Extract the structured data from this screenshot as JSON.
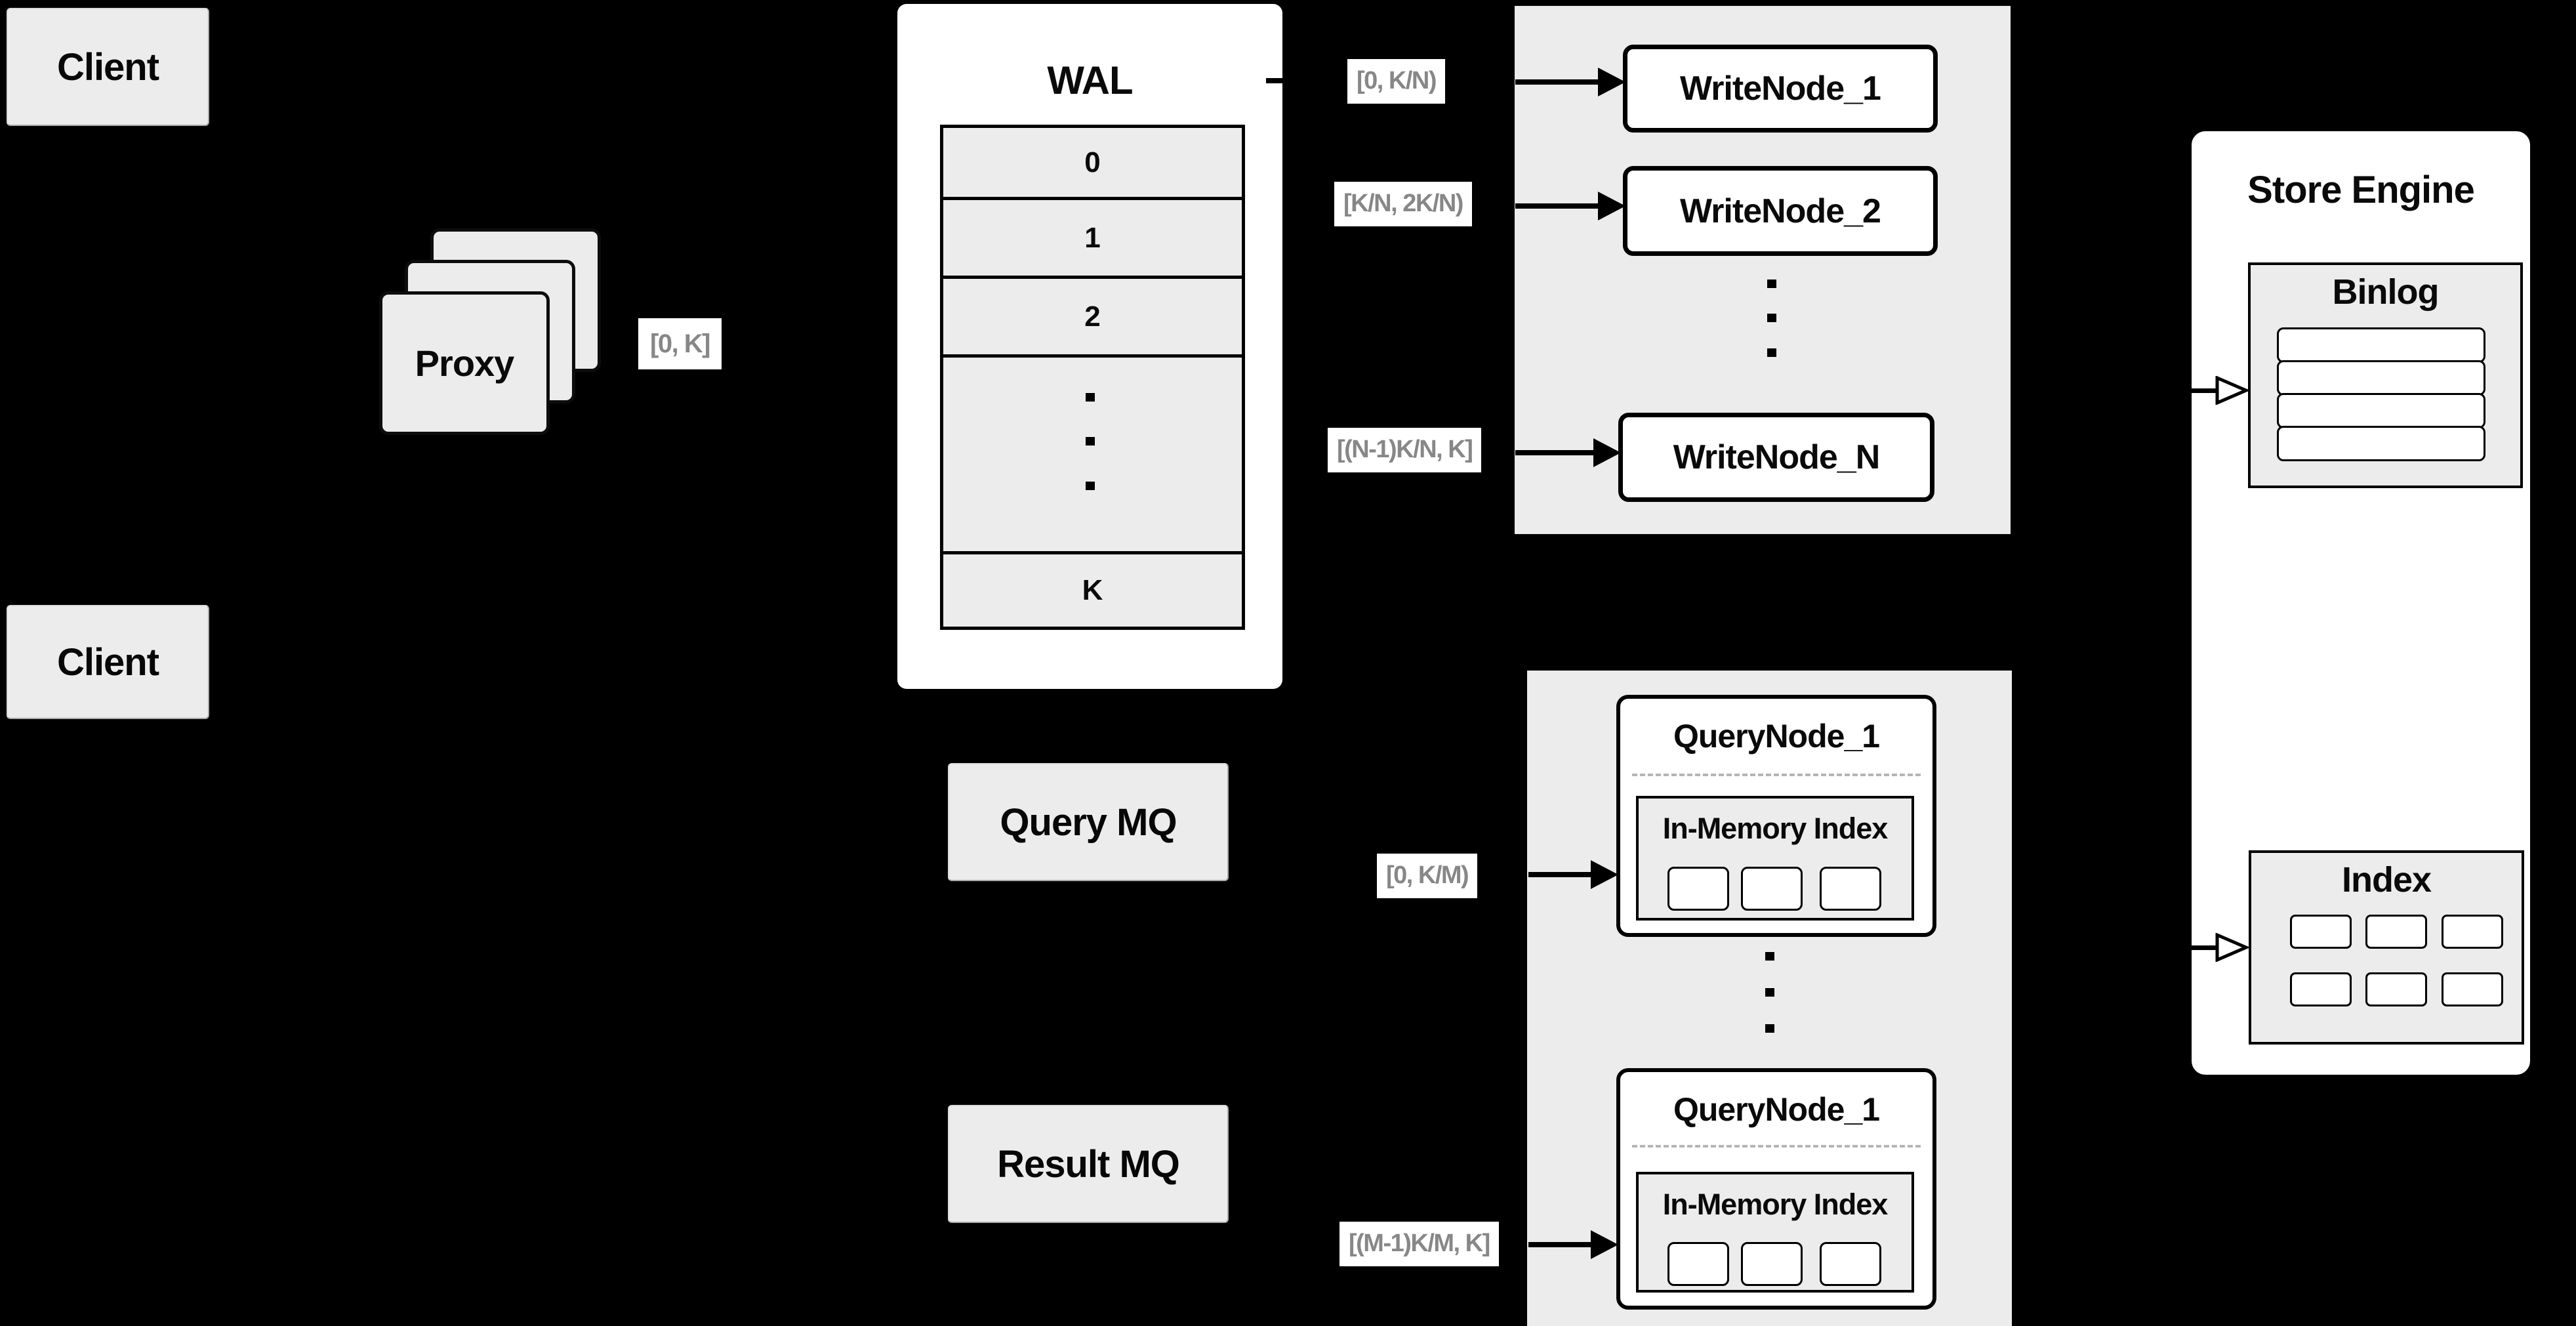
{
  "diagram": {
    "client_top": "Client",
    "client_bottom": "Client",
    "proxy": {
      "label": "Proxy",
      "range": "[0, K]"
    },
    "wal": {
      "title": "WAL",
      "rows": [
        "0",
        "1",
        "2"
      ],
      "tail_row": "K"
    },
    "write_panel": {
      "ranges": [
        "[0, K/N)",
        "[K/N, 2K/N)",
        "[(N-1)K/N, K]"
      ],
      "nodes": [
        "WriteNode_1",
        "WriteNode_2",
        "WriteNode_N"
      ]
    },
    "query_panel": {
      "ranges": [
        "[0, K/M)",
        "[(M-1)K/M, K]"
      ],
      "nodes": [
        {
          "title": "QueryNode_1",
          "inner_title": "In-Memory Index"
        },
        {
          "title": "QueryNode_1",
          "inner_title": "In-Memory Index"
        }
      ]
    },
    "mq": {
      "query": "Query MQ",
      "result": "Result MQ"
    },
    "store_engine": {
      "title": "Store Engine",
      "binlog": "Binlog",
      "index": "Index"
    },
    "colors": {
      "background": "#000000",
      "panel_gray": "#ececec",
      "box_white": "#ffffff",
      "range_text": "#878787",
      "line_black": "#000000"
    }
  }
}
